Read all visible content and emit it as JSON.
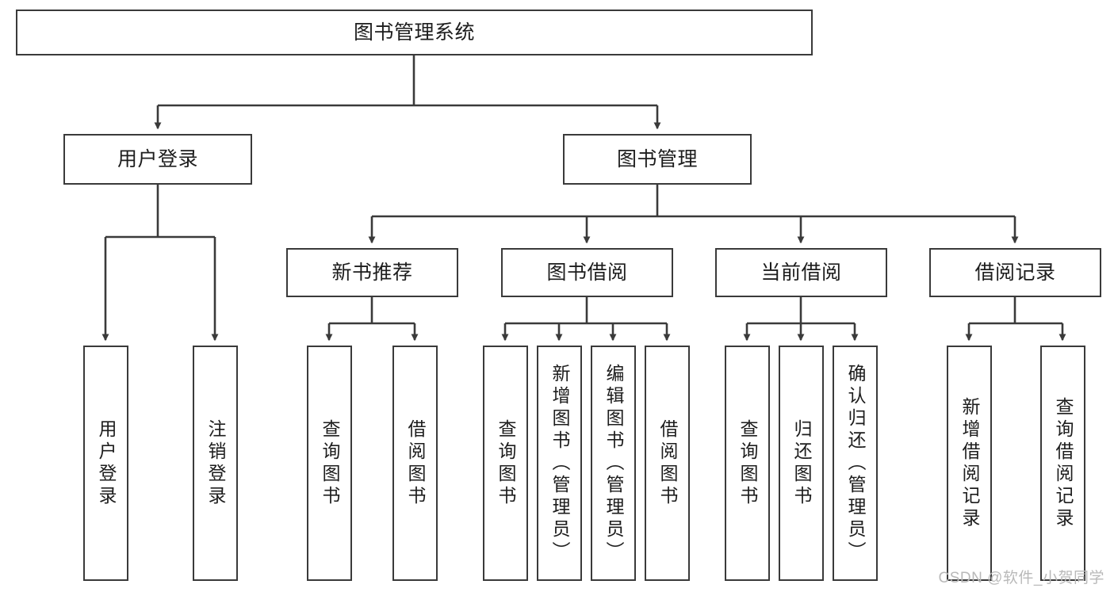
{
  "diagram": {
    "type": "tree-hierarchy-chart",
    "title": "图书管理系统",
    "watermark": "CSDN @软件_小贺同学",
    "colors": {
      "stroke": "#3a3a3a",
      "fill": "#ffffff",
      "text": "#1d1d1d",
      "watermark": "#b9b9b9"
    },
    "nodes": {
      "root": {
        "label": "图书管理系统"
      },
      "level2": [
        {
          "id": "user-login",
          "label": "用户登录"
        },
        {
          "id": "book-manage",
          "label": "图书管理"
        }
      ],
      "level3": [
        {
          "id": "new-book-recommend",
          "label": "新书推荐"
        },
        {
          "id": "book-borrow",
          "label": "图书借阅"
        },
        {
          "id": "current-borrow",
          "label": "当前借阅"
        },
        {
          "id": "borrow-record",
          "label": "借阅记录"
        }
      ],
      "leaves": {
        "user-login": [
          {
            "id": "leaf-user-login",
            "label": "用户登录"
          },
          {
            "id": "leaf-user-logout",
            "label": "注销登录"
          }
        ],
        "new-book-recommend": [
          {
            "id": "leaf-query-book-1",
            "label": "查询图书"
          },
          {
            "id": "leaf-borrow-book-1",
            "label": "借阅图书"
          }
        ],
        "book-borrow": [
          {
            "id": "leaf-query-book-2",
            "label": "查询图书"
          },
          {
            "id": "leaf-add-book",
            "label": "新增图书（管理员）"
          },
          {
            "id": "leaf-edit-book",
            "label": "编辑图书（管理员）"
          },
          {
            "id": "leaf-borrow-book-2",
            "label": "借阅图书"
          }
        ],
        "current-borrow": [
          {
            "id": "leaf-query-book-3",
            "label": "查询图书"
          },
          {
            "id": "leaf-return-book",
            "label": "归还图书"
          },
          {
            "id": "leaf-confirm-return",
            "label": "确认归还（管理员）"
          }
        ],
        "borrow-record": [
          {
            "id": "leaf-add-record",
            "label": "新增借阅记录"
          },
          {
            "id": "leaf-query-record",
            "label": "查询借阅记录"
          }
        ]
      }
    }
  }
}
